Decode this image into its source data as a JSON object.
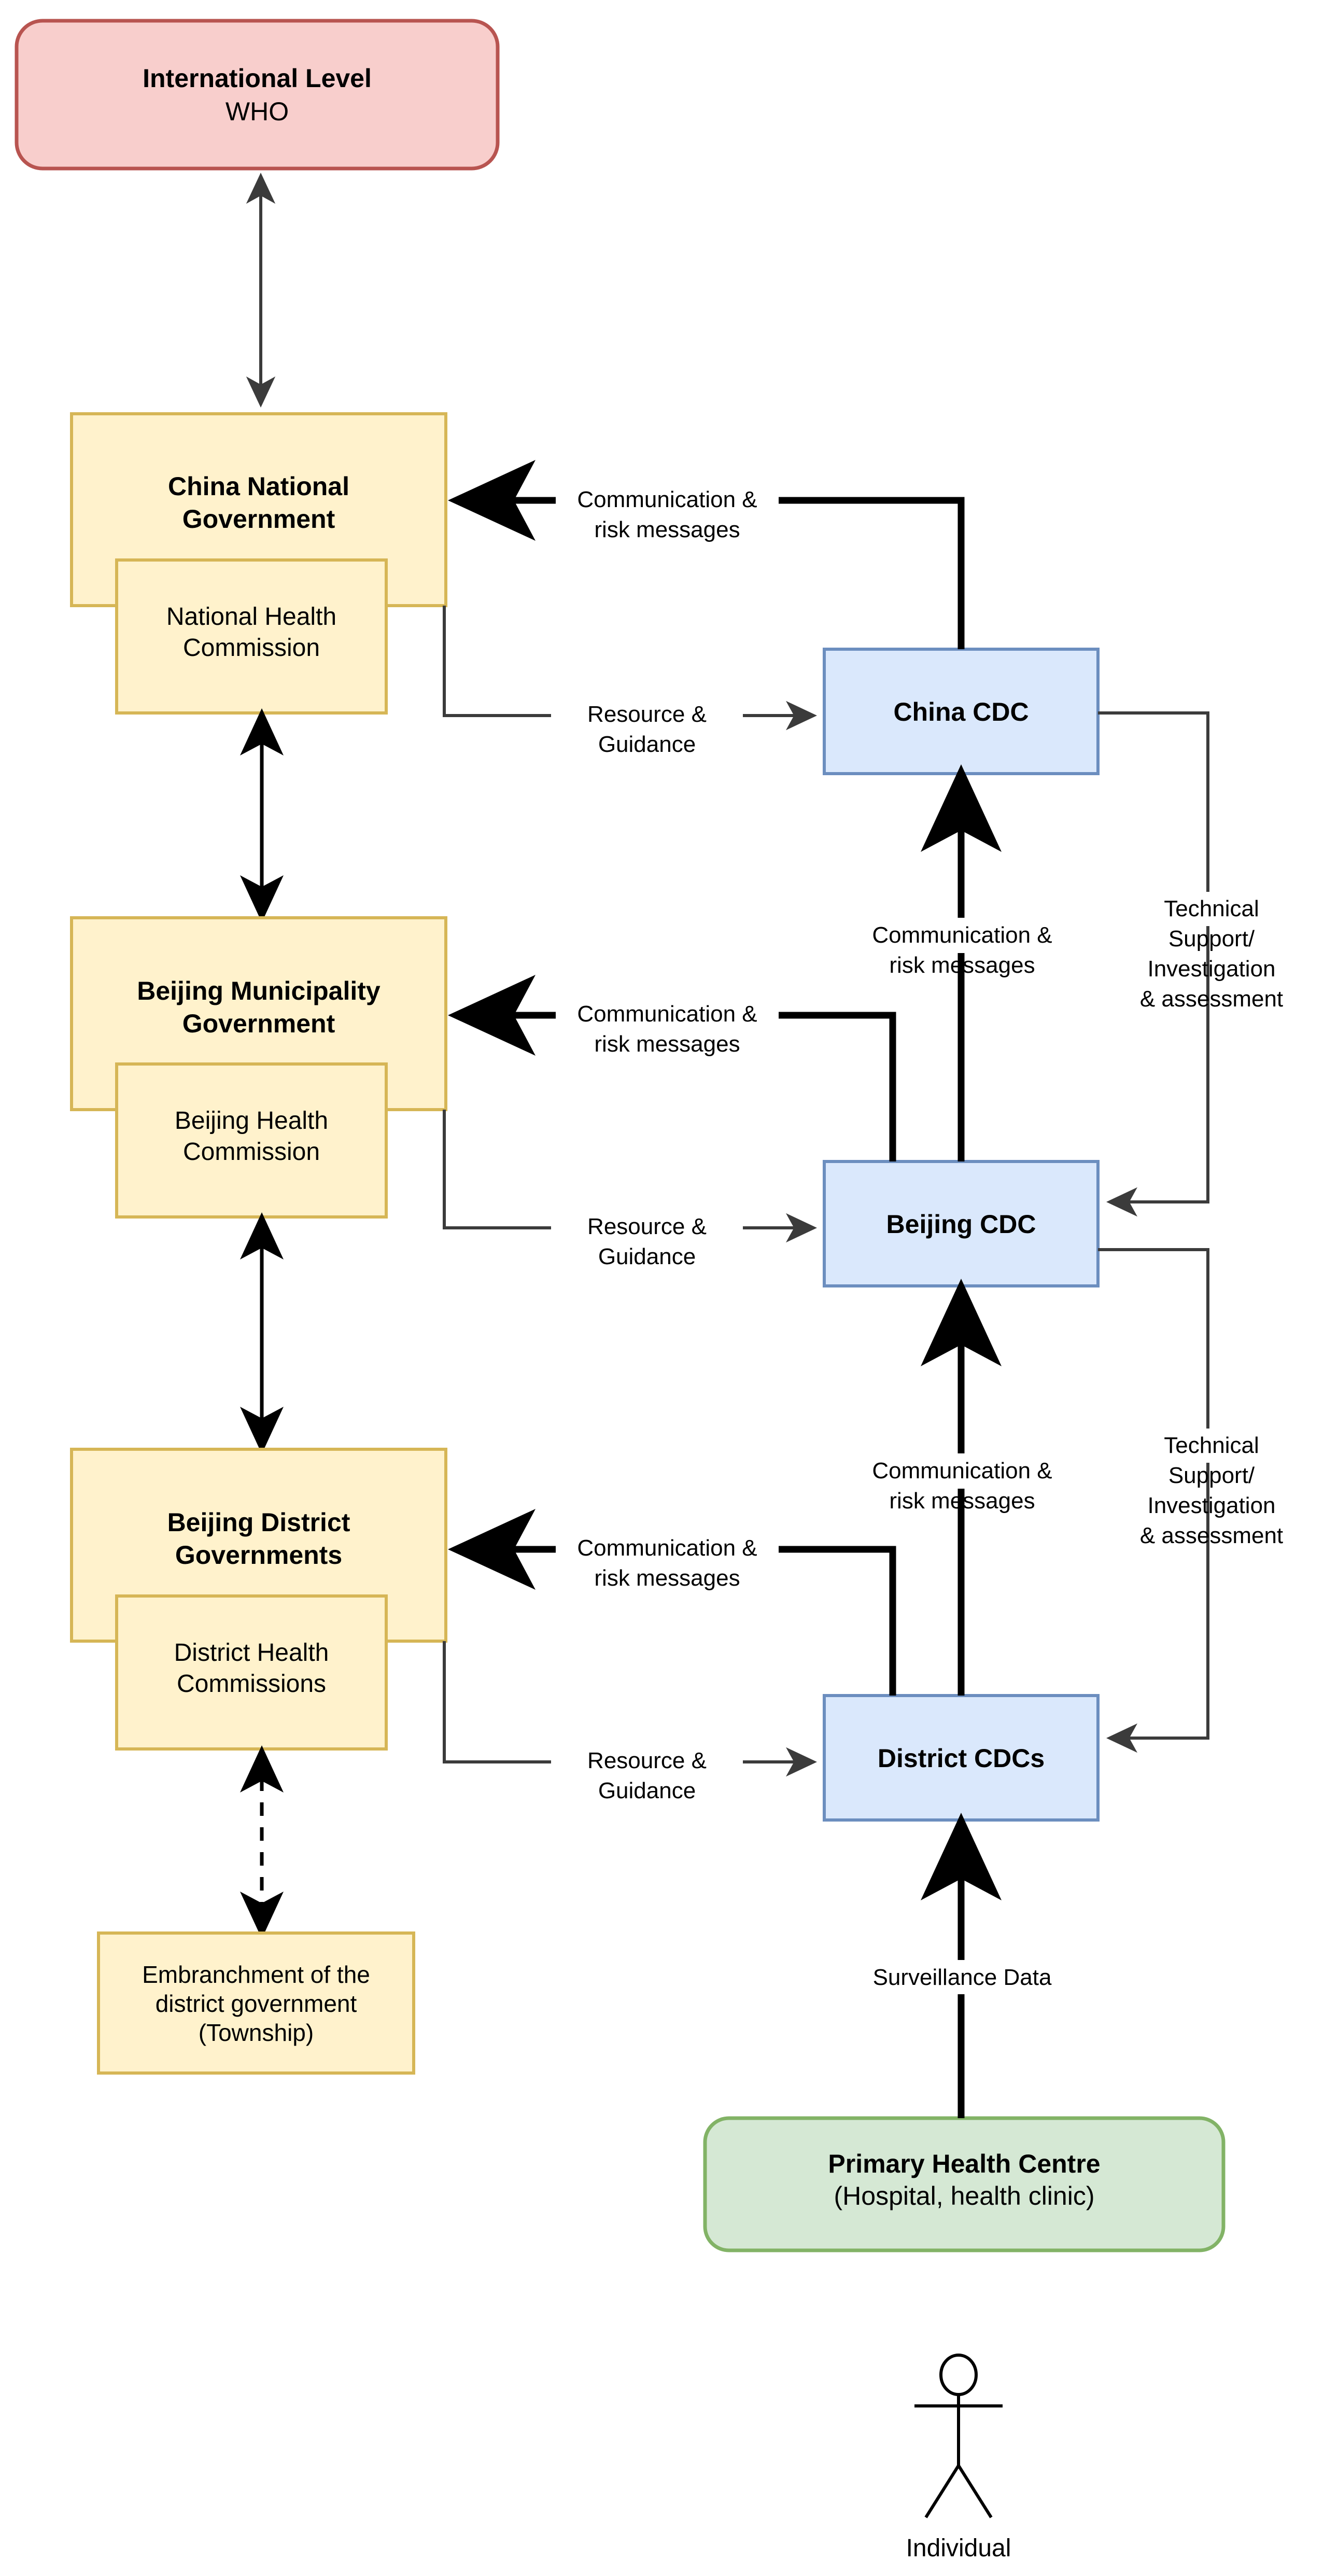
{
  "diagram": {
    "title": "Public health emergency governance and surveillance structure (Beijing, China)",
    "colors": {
      "international_fill": "#F8CECC",
      "international_stroke": "#B85450",
      "government_fill": "#FFF2CC",
      "government_stroke": "#D6B656",
      "cdc_fill": "#DAE8FC",
      "cdc_stroke": "#6C8EBF",
      "health_centre_fill": "#D5E8D4",
      "health_centre_stroke": "#82B366",
      "arrow": "#000000",
      "thin_arrow": "#3B3B3B"
    },
    "nodes": {
      "international": {
        "title": "International Level",
        "subtitle": "WHO"
      },
      "national_government": {
        "title": "China National",
        "title2": "Government"
      },
      "national_health_commission": {
        "line1": "National Health",
        "line2": "Commission"
      },
      "beijing_government": {
        "title": "Beijing Municipality",
        "title2": "Government"
      },
      "beijing_health_commission": {
        "line1": "Beijing Health",
        "line2": "Commission"
      },
      "district_governments": {
        "title": "Beijing District",
        "title2": "Governments"
      },
      "district_health_commissions": {
        "line1": "District Health",
        "line2": "Commissions"
      },
      "township": {
        "line1": "Embranchment of the",
        "line2": "district government",
        "line3": "(Township)"
      },
      "china_cdc": {
        "title": "China CDC"
      },
      "beijing_cdc": {
        "title": "Beijing CDC"
      },
      "district_cdcs": {
        "title": "District CDCs"
      },
      "primary_health_centre": {
        "title": "Primary Health Centre",
        "subtitle": "(Hospital, health clinic)"
      },
      "individual": {
        "label": "Individual"
      }
    },
    "edge_labels": {
      "comm_national": {
        "line1": "Communication &",
        "line2": "risk messages"
      },
      "comm_beijing": {
        "line1": "Communication &",
        "line2": "risk messages"
      },
      "comm_district": {
        "line1": "Communication &",
        "line2": "risk messages"
      },
      "comm_cdc_up_national": {
        "line1": "Communication &",
        "line2": "risk messages"
      },
      "comm_cdc_up_beijing": {
        "line1": "Communication &",
        "line2": "risk messages"
      },
      "resource_national": {
        "line1": "Resource &",
        "line2": "Guidance"
      },
      "resource_beijing": {
        "line1": "Resource &",
        "line2": "Guidance"
      },
      "resource_district": {
        "line1": "Resource &",
        "line2": "Guidance"
      },
      "tech_support_upper": {
        "line1": "Technical",
        "line2": "Support/",
        "line3": "Investigation",
        "line4": "& assessment"
      },
      "tech_support_lower": {
        "line1": "Technical",
        "line2": "Support/",
        "line3": "Investigation",
        "line4": "& assessment"
      },
      "surveillance": {
        "line1": "Surveillance Data"
      }
    }
  }
}
